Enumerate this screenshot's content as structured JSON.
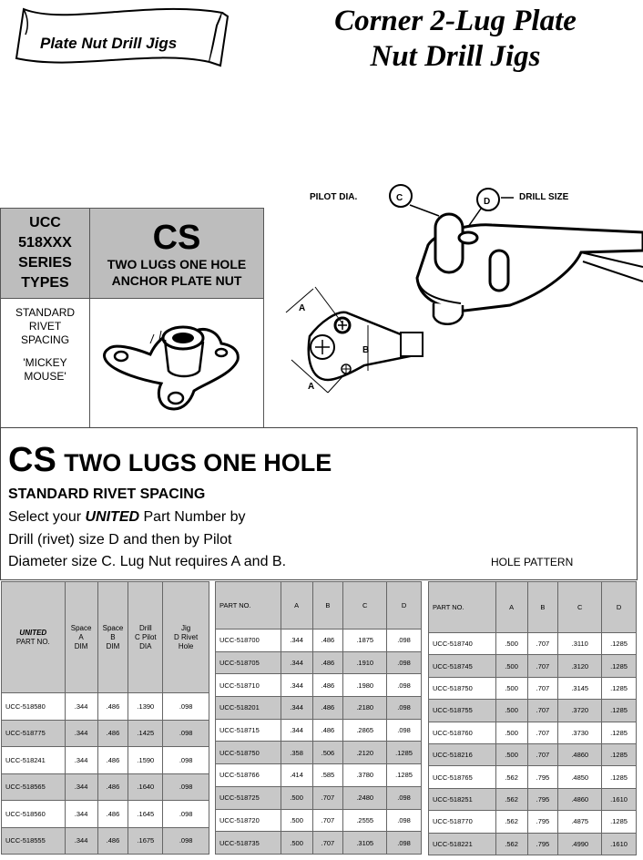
{
  "banner": {
    "text": "Plate Nut Drill Jigs"
  },
  "title": {
    "line1": "Corner 2-Lug Plate",
    "line2": "Nut Drill Jigs"
  },
  "diagram": {
    "pilot_label": "PILOT DIA.",
    "pilot_letter": "C",
    "drill_letter": "D",
    "drill_label": "DRILL SIZE",
    "dim_a_top": "A",
    "dim_b": "B",
    "dim_a_bottom": "A"
  },
  "series": {
    "lines": [
      "UCC",
      "518XXX",
      "SERIES",
      "TYPES"
    ],
    "code": "CS",
    "desc_line1": "TWO LUGS ONE HOLE",
    "desc_line2": "ANCHOR PLATE NUT",
    "spacing_lines": [
      "STANDARD",
      "RIVET",
      "SPACING"
    ],
    "nickname_lines": [
      "'MICKEY",
      "MOUSE'"
    ]
  },
  "info": {
    "code": "CS",
    "name": "TWO LUGS ONE HOLE",
    "subtitle": "STANDARD RIVET SPACING",
    "line1_pre": "Select your ",
    "brand": "UNITED",
    "line1_post": " Part Number by",
    "line2": "Drill (rivet) size D and then by Pilot",
    "line3": "Diameter size C.  Lug Nut requires A and B.",
    "hole_pattern": "HOLE PATTERN"
  },
  "table1": {
    "headers": {
      "part_brand": "UNITED",
      "part": "PART NO.",
      "a": [
        "Space",
        "A",
        "DIM"
      ],
      "b": [
        "Space",
        "B",
        "DIM"
      ],
      "c": [
        "Drill",
        "C Pilot",
        "DIA"
      ],
      "d": [
        "Jig",
        "D   Rivet",
        "Hole"
      ]
    },
    "rows": [
      [
        "UCC-518580",
        ".344",
        ".486",
        ".1390",
        ".098"
      ],
      [
        "UCC-518775",
        ".344",
        ".486",
        ".1425",
        ".098"
      ],
      [
        "UCC-518241",
        ".344",
        ".486",
        ".1590",
        ".098"
      ],
      [
        "UCC-518565",
        ".344",
        ".486",
        ".1640",
        ".098"
      ],
      [
        "UCC-518560",
        ".344",
        ".486",
        ".1645",
        ".098"
      ],
      [
        "UCC-518555",
        ".344",
        ".486",
        ".1675",
        ".098"
      ]
    ]
  },
  "table2": {
    "headers": [
      "PART NO.",
      "A",
      "B",
      "C",
      "D"
    ],
    "rows": [
      [
        "UCC-518700",
        ".344",
        ".486",
        ".1875",
        ".098"
      ],
      [
        "UCC-518705",
        ".344",
        ".486",
        ".1910",
        ".098"
      ],
      [
        "UCC-518710",
        ".344",
        ".486",
        ".1980",
        ".098"
      ],
      [
        "UCC-518201",
        ".344",
        ".486",
        ".2180",
        ".098"
      ],
      [
        "UCC-518715",
        ".344",
        ".486",
        ".2865",
        ".098"
      ],
      [
        "UCC-518750",
        ".358",
        ".506",
        ".2120",
        ".1285"
      ],
      [
        "UCC-518766",
        ".414",
        ".585",
        ".3780",
        ".1285"
      ],
      [
        "UCC-518725",
        ".500",
        ".707",
        ".2480",
        ".098"
      ],
      [
        "UCC-518720",
        ".500",
        ".707",
        ".2555",
        ".098"
      ],
      [
        "UCC-518735",
        ".500",
        ".707",
        ".3105",
        ".098"
      ]
    ]
  },
  "table3": {
    "headers": [
      "PART NO.",
      "A",
      "B",
      "C",
      "D"
    ],
    "rows": [
      [
        "UCC-518740",
        ".500",
        ".707",
        ".3110",
        ".1285"
      ],
      [
        "UCC-518745",
        ".500",
        ".707",
        ".3120",
        ".1285"
      ],
      [
        "UCC-518750",
        ".500",
        ".707",
        ".3145",
        ".1285"
      ],
      [
        "UCC-518755",
        ".500",
        ".707",
        ".3720",
        ".1285"
      ],
      [
        "UCC-518760",
        ".500",
        ".707",
        ".3730",
        ".1285"
      ],
      [
        "UCC-518216",
        ".500",
        ".707",
        ".4860",
        ".1285"
      ],
      [
        "UCC-518765",
        ".562",
        ".795",
        ".4850",
        ".1285"
      ],
      [
        "UCC-518251",
        ".562",
        ".795",
        ".4860",
        ".1610"
      ],
      [
        "UCC-518770",
        ".562",
        ".795",
        ".4875",
        ".1285"
      ],
      [
        "UCC-518221",
        ".562",
        ".795",
        ".4990",
        ".1610"
      ]
    ]
  }
}
